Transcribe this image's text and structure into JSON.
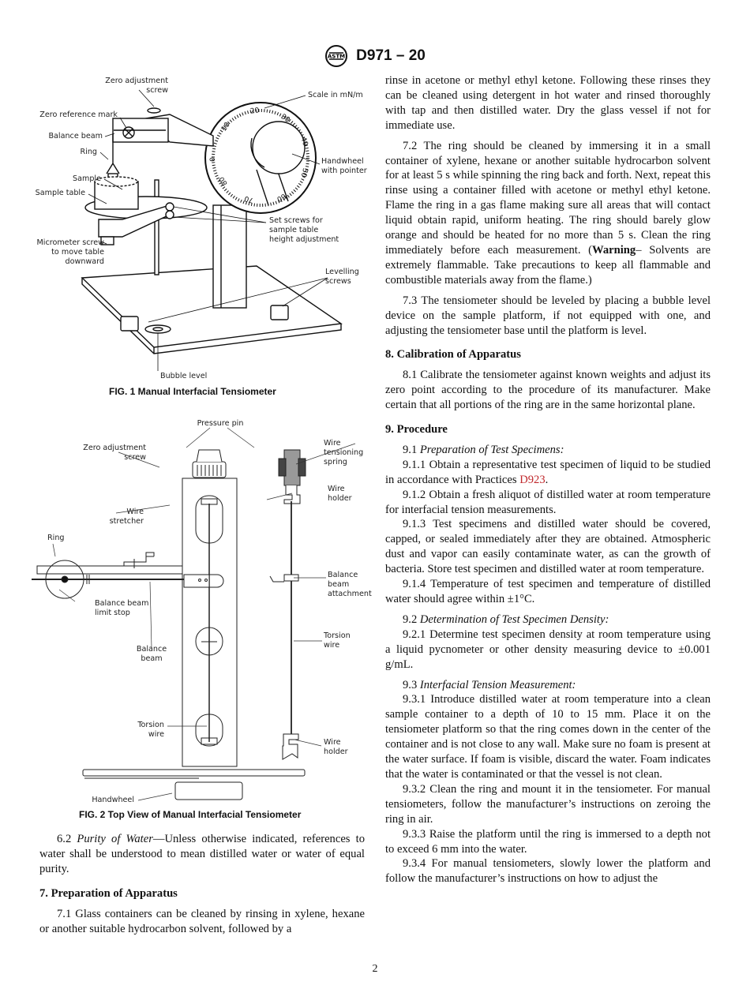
{
  "header": {
    "logo": "ASTM",
    "designation": "D971 – 20"
  },
  "figure1": {
    "caption": "FIG. 1  Manual Interfacial Tensiometer",
    "labels": {
      "zero_adj": "Zero adjustment\nscrew",
      "zero_ref": "Zero reference mark",
      "balance_beam": "Balance beam",
      "ring": "Ring",
      "sample": "Sample",
      "sample_table": "Sample table",
      "micrometer": "Micrometer screw\nto move table\ndownward",
      "scale": "Scale in mN/m",
      "handwheel": "Handwheel\nwith pointer",
      "set_screws": "Set screws for\nsample table\nheight adjustment",
      "levelling": "Levelling\nscrews",
      "bubble": "Bubble level"
    },
    "dial_numbers": [
      "0",
      "10",
      "20",
      "30",
      "40",
      "50",
      "60",
      "70",
      "80"
    ]
  },
  "figure2": {
    "caption": "FIG. 2  Top View of Manual Interfacial Tensiometer",
    "labels": {
      "pressure_pin": "Pressure pin",
      "zero_adj": "Zero adjustment\nscrew",
      "wire_tension": "Wire\ntensioning\nspring",
      "wire_holder_top": "Wire\nholder",
      "wire_stretcher": "Wire\nstretcher",
      "ring": "Ring",
      "limit_stop": "Balance beam\nlimit stop",
      "beam_attach": "Balance\nbeam\nattachment",
      "balance_beam": "Balance\nbeam",
      "torsion_right": "Torsion\nwire",
      "torsion_left": "Torsion\nwire",
      "wire_holder_bottom": "Wire\nholder",
      "handwheel": "Handwheel"
    }
  },
  "left_text": {
    "p62": {
      "num": "6.2 ",
      "em": "Purity of Water",
      "text": "—Unless otherwise indicated, references to water shall be understood to mean distilled water or water of equal purity."
    },
    "h7": "7. Preparation of Apparatus",
    "p71": "7.1 Glass containers can be cleaned by rinsing in xylene, hexane or another suitable hydrocarbon solvent, followed by a"
  },
  "right_text": {
    "p71_cont": "rinse in acetone or methyl ethyl ketone. Following these rinses they can be cleaned using detergent in hot water and rinsed thoroughly with tap and then distilled water. Dry the glass vessel if not for immediate use.",
    "p72": {
      "a": "7.2 The ring should be cleaned by immersing it in a small container of xylene, hexane or another suitable hydrocarbon solvent for at least 5 s while spinning the ring back and forth. Next, repeat this rinse using a container filled with acetone or methyl ethyl ketone. Flame the ring in a gas flame making sure all areas that will contact liquid obtain rapid, uniform heating. The ring should barely glow orange and should be heated for no more than 5 s. Clean the ring immediately before each measurement. (",
      "bold": "Warning",
      "b": "– Solvents are extremely flammable. Take precautions to keep all flammable and combustible materials away from the flame.)"
    },
    "p73": "7.3 The tensiometer should be leveled by placing a bubble level device on the sample platform, if not equipped with one, and adjusting the tensiometer base until the platform is level.",
    "h8": "8. Calibration of Apparatus",
    "p81": "8.1 Calibrate the tensiometer against known weights and adjust its zero point according to the procedure of its manufacturer. Make certain that all portions of the ring are in the same horizontal plane.",
    "h9": "9. Procedure",
    "p91": {
      "num": "9.1 ",
      "em": "Preparation of Test Specimens:"
    },
    "p911": {
      "a": "9.1.1 Obtain a representative test specimen of liquid to be studied in accordance with Practices ",
      "link": "D923",
      "b": "."
    },
    "p912": "9.1.2 Obtain a fresh aliquot of distilled water at room temperature for interfacial tension measurements.",
    "p913": "9.1.3 Test specimens and distilled water should be covered, capped, or sealed immediately after they are obtained. Atmospheric dust and vapor can easily contaminate water, as can the growth of bacteria. Store test specimen and distilled water at room temperature.",
    "p914": "9.1.4 Temperature of test specimen and temperature of distilled water should agree within ±1°C.",
    "p92": {
      "num": "9.2 ",
      "em": "Determination of Test Specimen Density:"
    },
    "p921": "9.2.1 Determine test specimen density at room temperature using a liquid pycnometer or other density measuring device to ±0.001 g/mL.",
    "p93": {
      "num": "9.3 ",
      "em": "Interfacial Tension Measurement:"
    },
    "p931": "9.3.1 Introduce distilled water at room temperature into a clean sample container to a depth of 10 to 15 mm. Place it on the tensiometer platform so that the ring comes down in the center of the container and is not close to any wall. Make sure no foam is present at the water surface. If foam is visible, discard the water. Foam indicates that the water is contaminated or that the vessel is not clean.",
    "p932": "9.3.2 Clean the ring and mount it in the tensiometer. For manual tensiometers, follow the manufacturer’s instructions on zeroing the ring in air.",
    "p933": "9.3.3 Raise the platform until the ring is immersed to a depth not to exceed 6 mm into the water.",
    "p934": "9.3.4 For manual tensiometers, slowly lower the platform and follow the manufacturer’s instructions on how to adjust the"
  },
  "page_number": "2"
}
